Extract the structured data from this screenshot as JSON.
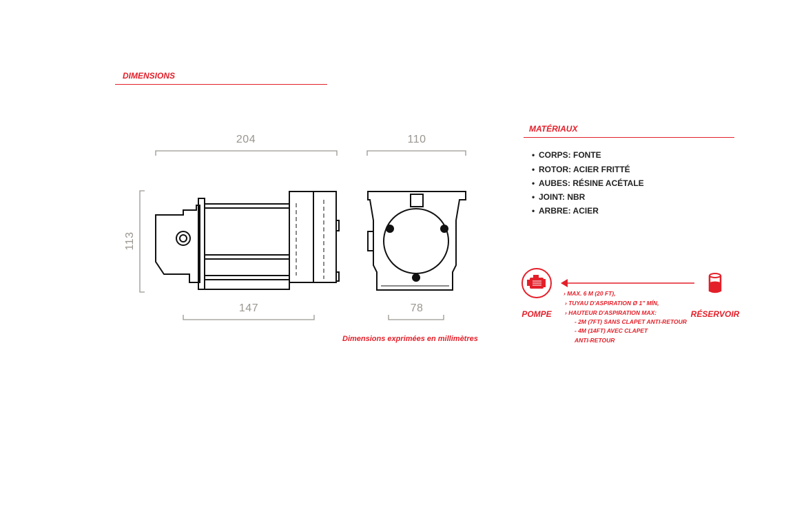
{
  "dimensions": {
    "title": "DIMENSIONS",
    "overall_length": "204",
    "overall_width": "110",
    "height": "113",
    "base_length": "147",
    "base_width": "78",
    "footnote": "Dimensions exprimées en millimètres"
  },
  "materials": {
    "title": "MATÉRIAUX",
    "items": [
      "CORPS: FONTE",
      "ROTOR: ACIER FRITTÉ",
      "AUBES: RÉSINE ACÉTALE",
      "JOINT: NBR",
      "ARBRE: ACIER"
    ]
  },
  "suction": {
    "pump_label": "POMPE",
    "reservoir_label": "RÉSERVOIR",
    "notes": [
      "› MAX. 6 M (20 FT),",
      "› TUYAU D'ASPIRATION Ø 1\" MÍN,",
      "› HAUTEUR D'ASPIRATION MAX:",
      "- 2M (7FT) SANS CLAPET ANTI-RETOUR",
      "- 4M (14FT) AVEC CLAPET",
      "ANTI-RETOUR"
    ],
    "pump_icon": "pump-icon",
    "reservoir_icon": "reservoir-icon",
    "accent": "#e3202a"
  }
}
